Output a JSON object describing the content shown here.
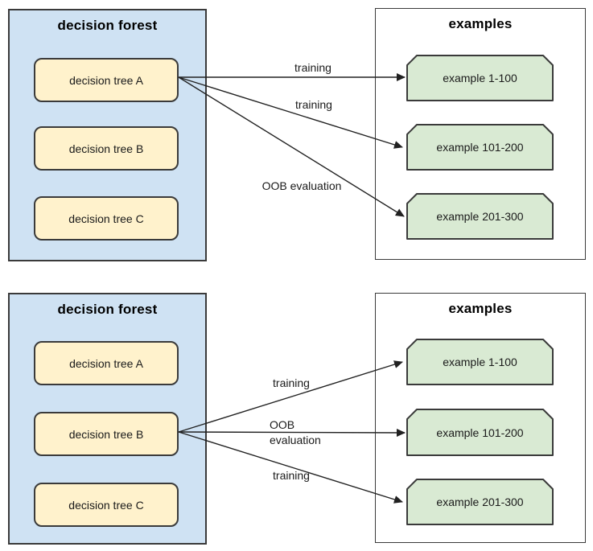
{
  "colors": {
    "forest_fill": "#cfe2f3",
    "node_fill": "#fff2cc",
    "example_fill": "#d9ead3",
    "border": "#3a3a3a",
    "arrow": "#212121"
  },
  "panels": [
    {
      "forest": {
        "title": "decision forest",
        "items": [
          {
            "label": "decision tree A"
          },
          {
            "label": "decision tree B"
          },
          {
            "label": "decision tree C"
          }
        ]
      },
      "examples": {
        "title": "examples",
        "items": [
          {
            "label": "example 1-100"
          },
          {
            "label": "example 101-200"
          },
          {
            "label": "example 201-300"
          }
        ]
      },
      "arrows": [
        {
          "from": "decision tree A",
          "to": "example 1-100",
          "label": "training"
        },
        {
          "from": "decision tree A",
          "to": "example 101-200",
          "label": "training"
        },
        {
          "from": "decision tree A",
          "to": "example 201-300",
          "label": "OOB evaluation"
        }
      ]
    },
    {
      "forest": {
        "title": "decision forest",
        "items": [
          {
            "label": "decision tree A"
          },
          {
            "label": "decision tree B"
          },
          {
            "label": "decision tree C"
          }
        ]
      },
      "examples": {
        "title": "examples",
        "items": [
          {
            "label": "example 1-100"
          },
          {
            "label": "example 101-200"
          },
          {
            "label": "example 201-300"
          }
        ]
      },
      "arrows": [
        {
          "from": "decision tree B",
          "to": "example 1-100",
          "label": "training"
        },
        {
          "from": "decision tree B",
          "to": "example 101-200",
          "label_line1": "OOB",
          "label_line2": "evaluation"
        },
        {
          "from": "decision tree B",
          "to": "example 201-300",
          "label": "training"
        }
      ]
    }
  ]
}
